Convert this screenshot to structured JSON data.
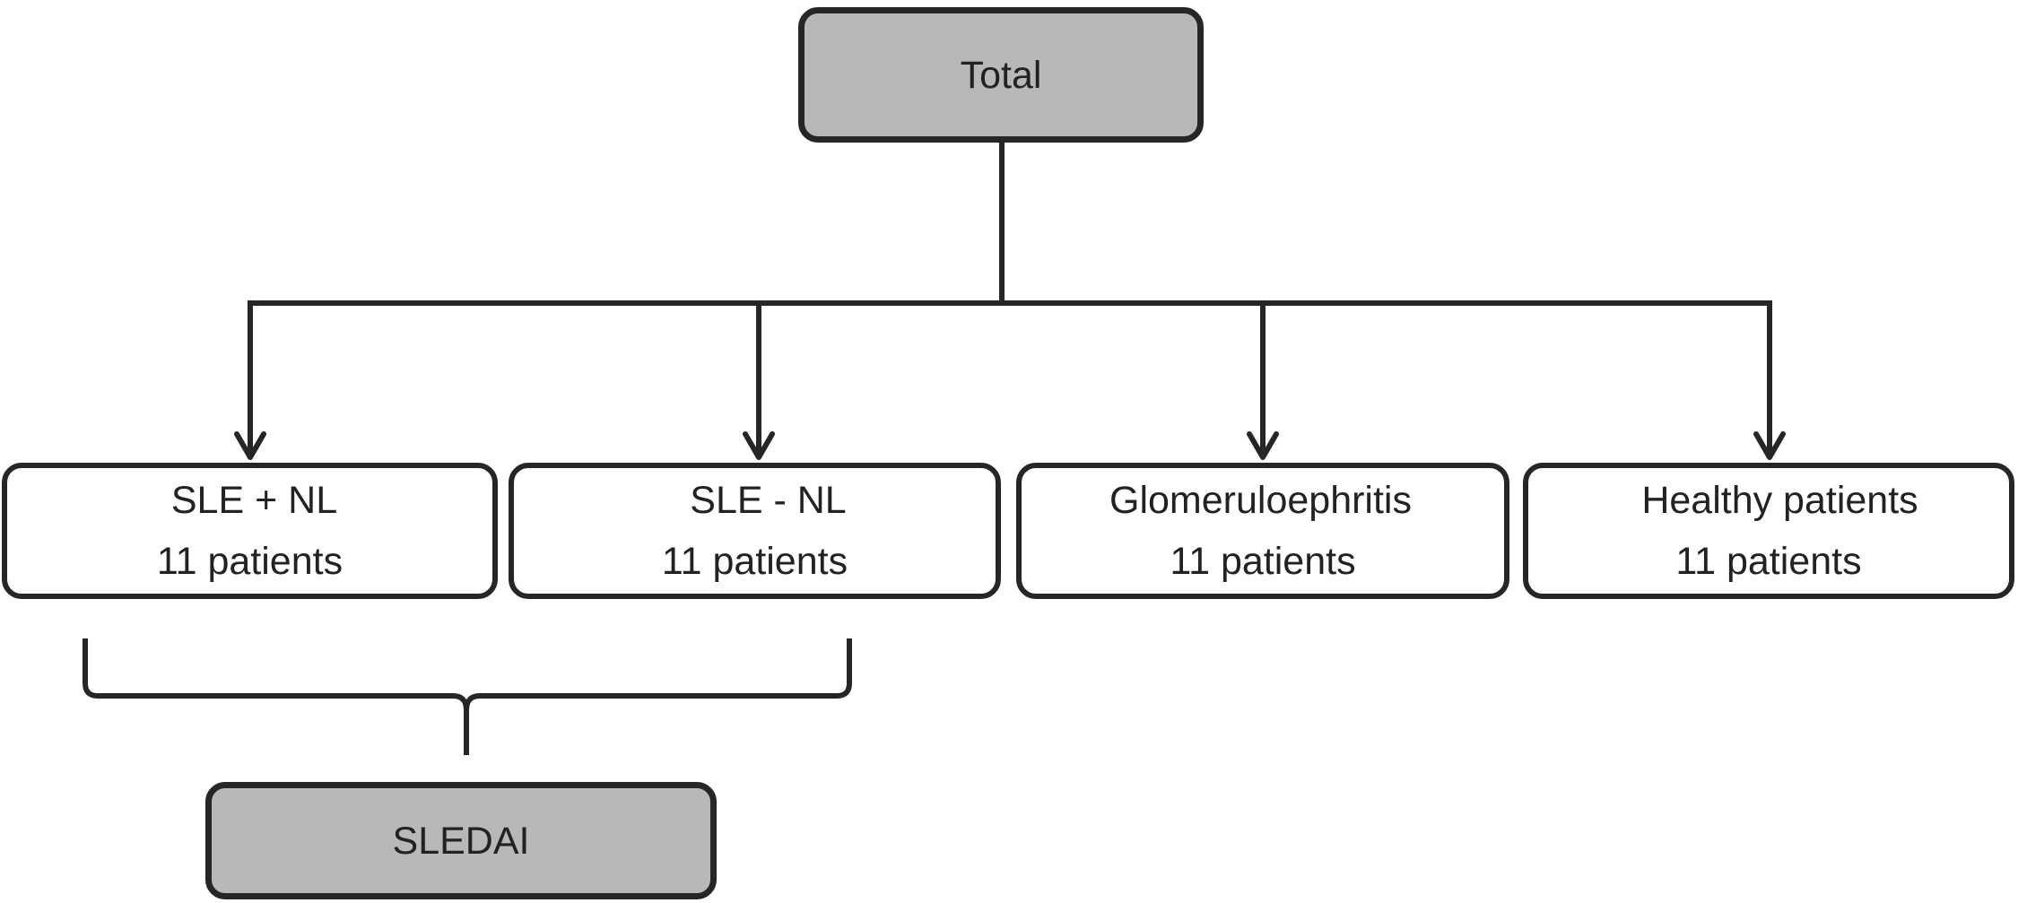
{
  "diagram": {
    "top_node": {
      "label": "Total"
    },
    "groups": [
      {
        "name": "SLE + NL",
        "count": "11 patients"
      },
      {
        "name": "SLE - NL",
        "count": "11 patients"
      },
      {
        "name": "Glomeruloephritis",
        "count": "11 patients"
      },
      {
        "name": "Healthy patients",
        "count": "11 patients"
      }
    ],
    "bottom_node": {
      "label": "SLEDAI"
    },
    "colors": {
      "line": "#262626",
      "highlight_fill": "#b8b8bb",
      "box_fill": "#ffffff",
      "text": "#222222"
    }
  }
}
